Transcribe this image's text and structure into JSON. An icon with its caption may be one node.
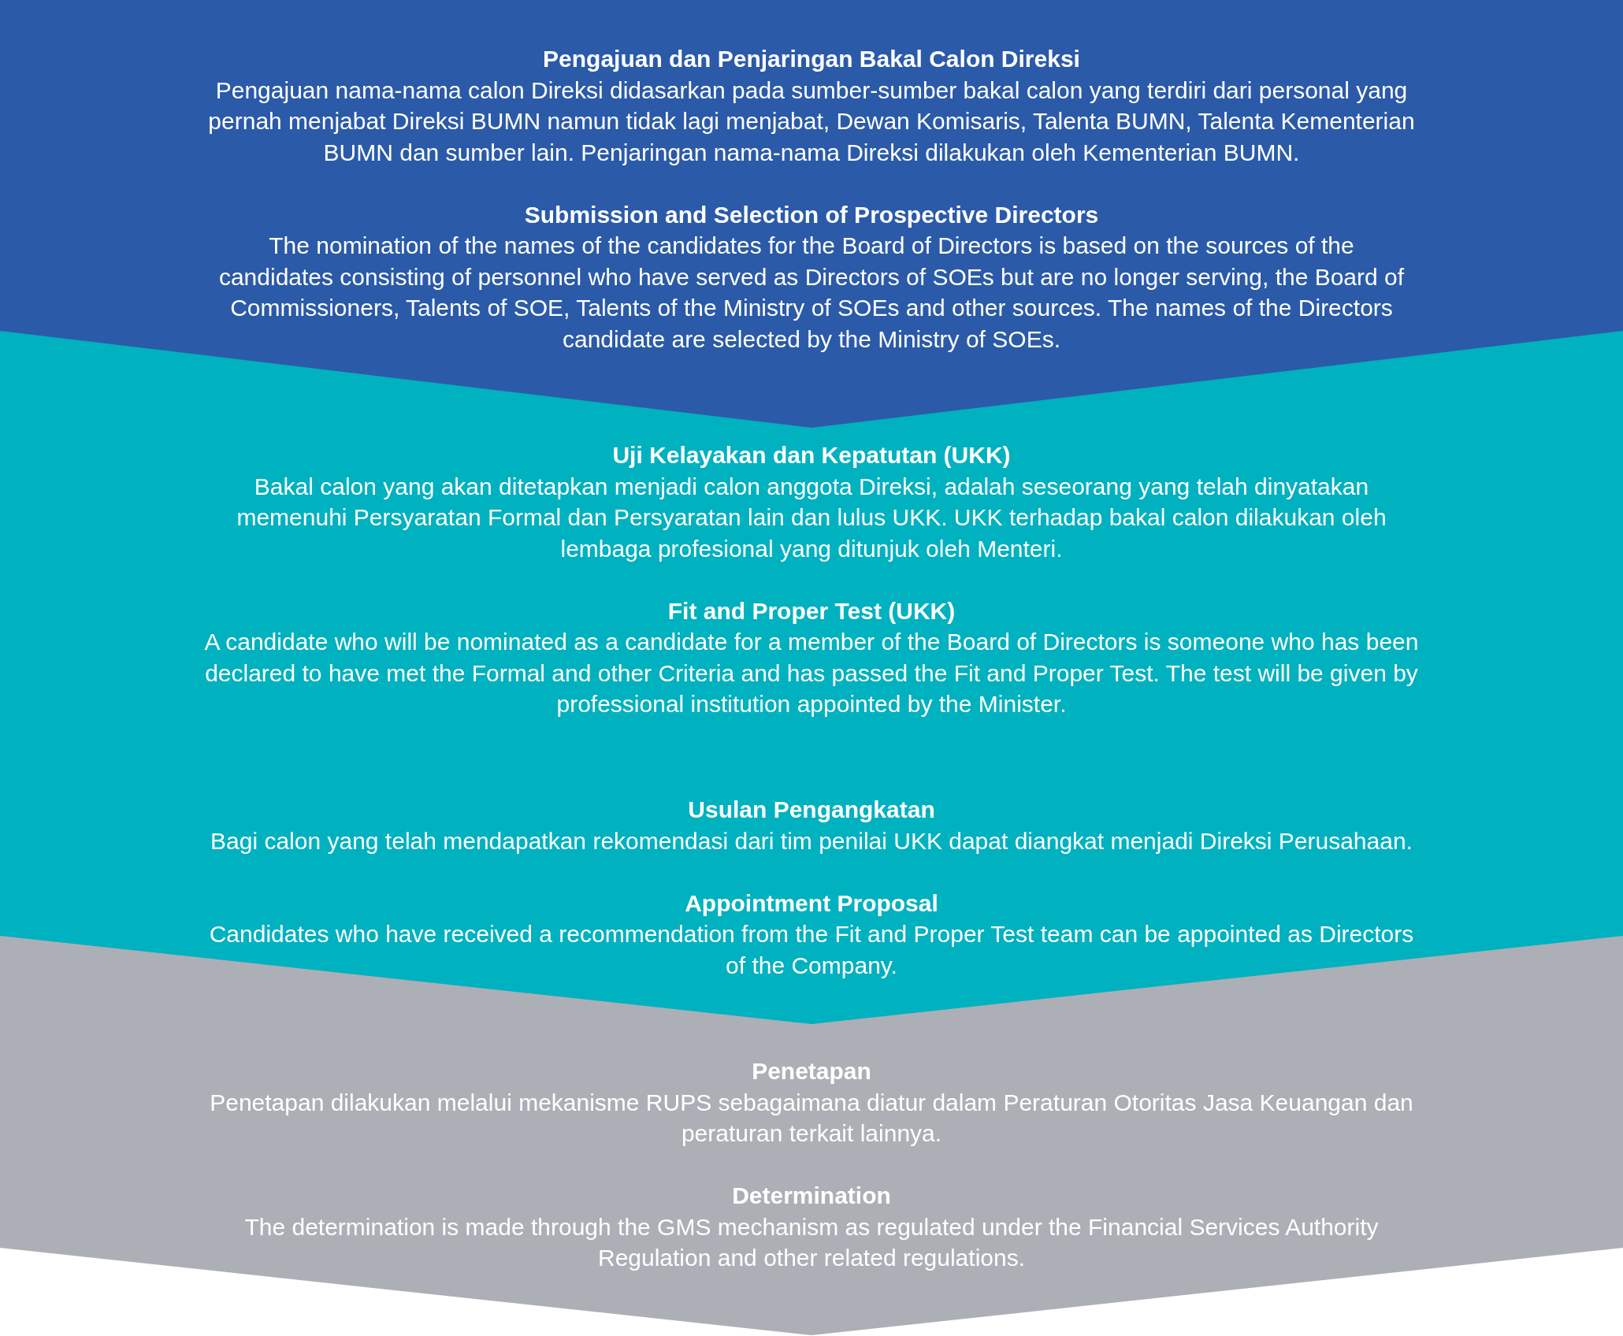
{
  "diagram": {
    "nodes": [
      {
        "text": [
          "Pengajuan dan Penjaringan Bakal Calon Direksi",
          "Pengajuan nama-nama calon Direksi didasarkan pada sumber-sumber bakal calon yang terdiri dari personal yang pernah menjabat Direksi BUMN namun tidak lagi menjabat, Dewan Komisaris, Talenta BUMN, Talenta Kementerian BUMN dan sumber lain. Penjaringan nama-nama Direksi dilakukan oleh Kementerian BUMN.",
          "Submission and Selection of Prospective Directors",
          "The nomination of the names of the candidates for the Board of Directors is based on the sources of the candidates consisting of personnel who have served as Directors of SOEs but are no longer serving, the Board of Commissioners, Talents of SOE, Talents of the Ministry of SOEs and other sources. The names of the Directors candidate are selected by the Ministry of SOEs."
        ]
      },
      {
        "text": [
          "Uji Kelayakan dan Kepatutan (UKK)",
          "Bakal calon yang akan ditetapkan menjadi calon anggota Direksi, adalah seseorang yang telah dinyatakan memenuhi Persyaratan Formal dan Persyaratan lain dan lulus UKK. UKK terhadap bakal calon dilakukan oleh lembaga profesional yang ditunjuk oleh Menteri.",
          "Fit and Proper Test (UKK)",
          "A candidate who will be nominated as a candidate for a member of the Board of Directors is someone who has been declared to have met the Formal and other Criteria and has passed the Fit and Proper Test. The test will be given by professional institution appointed by the Minister.",
          "Usulan Pengangkatan",
          "Bagi calon yang telah mendapatkan rekomendasi dari tim penilai UKK dapat diangkat menjadi Direksi Perusahaan.",
          "Appointment Proposal",
          "Candidates who have received a recommendation from the Fit and Proper Test team can be appointed as Directors of the Company."
        ]
      },
      {
        "text": [
          "Penetapan",
          "Penetapan dilakukan melalui mekanisme RUPS sebagaimana diatur dalam Peraturan Otoritas Jasa Keuangan dan peraturan terkait lainnya.",
          "Determination",
          "The determination is made through the GMS mechanism as regulated under the Financial Services Authority Regulation and other related regulations."
        ]
      }
    ]
  }
}
